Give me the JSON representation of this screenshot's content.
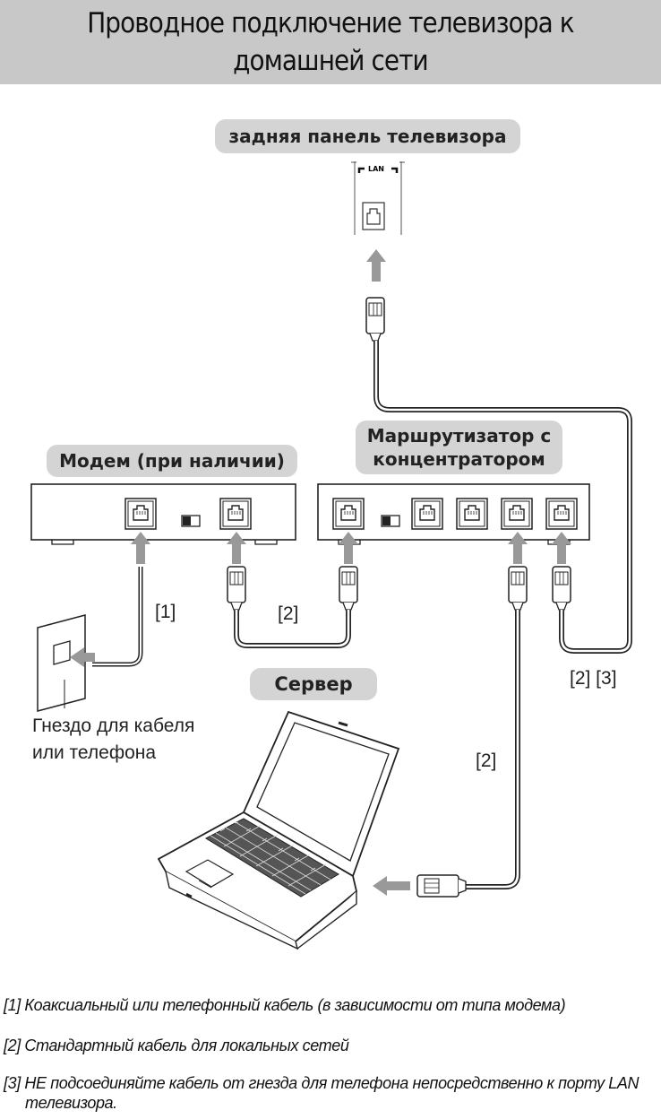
{
  "header": {
    "title_line1": "Проводное подключение телевизора к",
    "title_line2": "домашней сети"
  },
  "labels": {
    "tv_back": "задняя панель телевизора",
    "tv_port": "LAN",
    "modem": "Модем (при наличии)",
    "router_line1": "Маршрутизатор с",
    "router_line2": "концентратором",
    "server": "Сервер",
    "wall_socket_line1": "Гнездо для кабеля",
    "wall_socket_line2": "или телефона"
  },
  "cable_tags": {
    "modem_wall": "[1]",
    "modem_router": "[2]",
    "router_tv": "[2] [3]",
    "router_server": "[2]"
  },
  "notes": [
    {
      "line1": "[1] Коаксиальный или телефонный кабель (в зависимости от типа модема)",
      "line2": ""
    },
    {
      "line1": "[2] Стандартный кабель для локальных сетей",
      "line2": ""
    },
    {
      "line1": "[3] НЕ подсоединяйте кабель от гнезда для телефона непосредственно к порту LAN",
      "line2": "телевизора."
    }
  ]
}
